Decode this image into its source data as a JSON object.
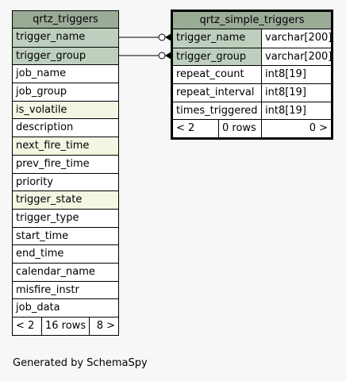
{
  "tables": {
    "left": {
      "title": "qrtz_triggers",
      "columns": [
        {
          "name": "trigger_name",
          "kind": "key"
        },
        {
          "name": "trigger_group",
          "kind": "key"
        },
        {
          "name": "job_name",
          "kind": "plain"
        },
        {
          "name": "job_group",
          "kind": "plain"
        },
        {
          "name": "is_volatile",
          "kind": "idx"
        },
        {
          "name": "description",
          "kind": "plain"
        },
        {
          "name": "next_fire_time",
          "kind": "idx"
        },
        {
          "name": "prev_fire_time",
          "kind": "plain"
        },
        {
          "name": "priority",
          "kind": "plain"
        },
        {
          "name": "trigger_state",
          "kind": "idx"
        },
        {
          "name": "trigger_type",
          "kind": "plain"
        },
        {
          "name": "start_time",
          "kind": "plain"
        },
        {
          "name": "end_time",
          "kind": "plain"
        },
        {
          "name": "calendar_name",
          "kind": "plain"
        },
        {
          "name": "misfire_instr",
          "kind": "plain"
        },
        {
          "name": "job_data",
          "kind": "plain"
        }
      ],
      "footer": {
        "parents": "< 2",
        "rows": "16 rows",
        "children": "8 >"
      }
    },
    "right": {
      "title": "qrtz_simple_triggers",
      "columns": [
        {
          "name": "trigger_name",
          "type": "varchar[200]",
          "kind": "key"
        },
        {
          "name": "trigger_group",
          "type": "varchar[200]",
          "kind": "key"
        },
        {
          "name": "repeat_count",
          "type": "int8[19]",
          "kind": "plain"
        },
        {
          "name": "repeat_interval",
          "type": "int8[19]",
          "kind": "plain"
        },
        {
          "name": "times_triggered",
          "type": "int8[19]",
          "kind": "plain"
        }
      ],
      "footer": {
        "parents": "< 2",
        "rows": "0 rows",
        "children": "0 >"
      }
    }
  },
  "caption": "Generated by SchemaSpy",
  "colors": {
    "header": "#9aab96",
    "key": "#bfcfbd",
    "indexed": "#f3f6e2",
    "background": "#f7f7f7"
  }
}
